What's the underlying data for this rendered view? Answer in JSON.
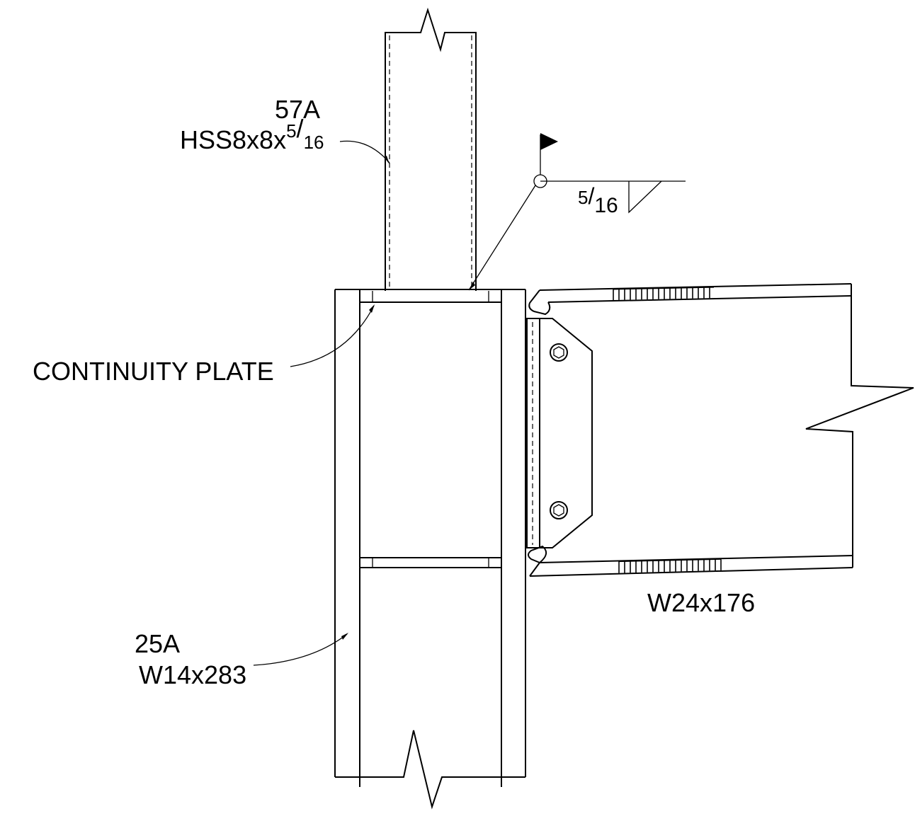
{
  "hss_column": {
    "mark": "57A",
    "size_prefix": "HSS8x8x",
    "size_fraction_num": "5",
    "size_fraction_den": "16"
  },
  "weld_symbol": {
    "size_num": "5",
    "size_den": "16"
  },
  "continuity_plate": {
    "label": "CONTINUITY PLATE"
  },
  "w_column": {
    "mark": "25A",
    "size": "W14x283"
  },
  "beam": {
    "size": "W24x176"
  }
}
